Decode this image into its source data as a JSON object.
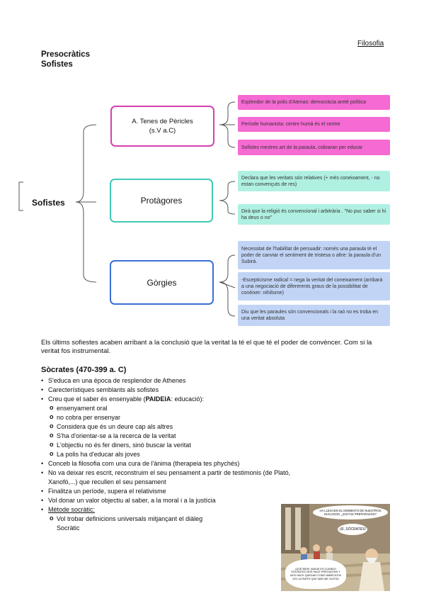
{
  "header": {
    "subject": "Filosofia",
    "title_line1": "Presocràtics",
    "title_line2": "Sofistes"
  },
  "mindmap": {
    "root": "Sofistes",
    "nodes": [
      {
        "label_line1": "A. Tenes de Pèricles",
        "label_line2": "(s.V a.C)",
        "leaves": [
          "Esplendor de la polis d'Atenas: democràcia areté política",
          "Període humanista: centre humà és el centre",
          "Sofistes mestres art de la paraula, cobraran per educar"
        ]
      },
      {
        "label": "Protàgores",
        "leaves": [
          "Declara que les veritats són relatives (+ més coneixament, - no estan convençuts de res)",
          "Dirà que la religió és convencional i arbitrària . \"No puc saber si hi ha deus o no\""
        ]
      },
      {
        "label": "Gòrgies",
        "leaves": [
          "Necessitat de l'habilitat de persuadir: només una paraula té el poder de canviar el sentiment de tristesa o altre: la paraula d'un Subirà.",
          "-Escepticisme radical = nega la veritat del coneixament (arribarà a una negociació de difererents graus de la possibilitat de conèixer: nihilisme)",
          "Diu que les paraules són convencionals i la raó no es troba en una veritat absoluta"
        ]
      }
    ],
    "colors": {
      "pericles": "#d63fb0",
      "protagores": "#3fcab5",
      "gorgies": "#3a6fd6"
    }
  },
  "paragraph": "Els últims sofiestes acaben arribant a la conclusió que la veritat la té el que té el poder de convèncer. Com si la veritat fos instrumental.",
  "socrates": {
    "heading": "Sòcrates (470-399 a. C)",
    "bullets": [
      "S'educa en una època de resplendor de Athenes",
      "Carecterístiques semblants als sofistes"
    ],
    "b3_before": "Creu que el saber és ensenyable (",
    "b3_bold": "PAIDEIA",
    "b3_after": ": educació):",
    "subitems": [
      "ensenyament oral",
      "no cobra per ensenyar",
      "Considera que és un deure cap als altres",
      "S'ha d'orientar-se a la recerca de la veritat",
      "L'objectiu no és fer diners, sinò buscar la veritat",
      "La polis ha d'educar als joves"
    ],
    "bullets2": [
      "Conceb la filosofia com una cura de l'ànima (therapeia tes phychés)",
      "No va deixar res escrit, reconstruim el seu pensament a partir de testimonis (de Plató,",
      "Xanofó,...) que recullen el seu pensament",
      "Finalitza un període, supera el relativisme",
      "Vol donar un valor objectiu al saber, a la moral i a la justícia"
    ],
    "method_label": "Mètode socràtic:",
    "method_sub_line1": "Vol trobar definicions universals mitjançant el diàleg",
    "method_sub_line2": "Socràtic"
  },
  "comic": {
    "bubble1": "HA LLEGADO EL MOMENTO DE NUESTROS DIÁLOGOS. ¿ESTÁIS PREPARADOS?",
    "bubble2": "¡SÍ, SÓCRATES!",
    "bubble3": "¡QUÉ BIEN! ¡NADIE ES CUANDO SÓCRATES NOS HACE PREGUNTAS Y NOS HACE QUEDAR COMO IMBÉCILES! ¡ES LA PARTE QUE MÁS ME GUSTA!"
  }
}
